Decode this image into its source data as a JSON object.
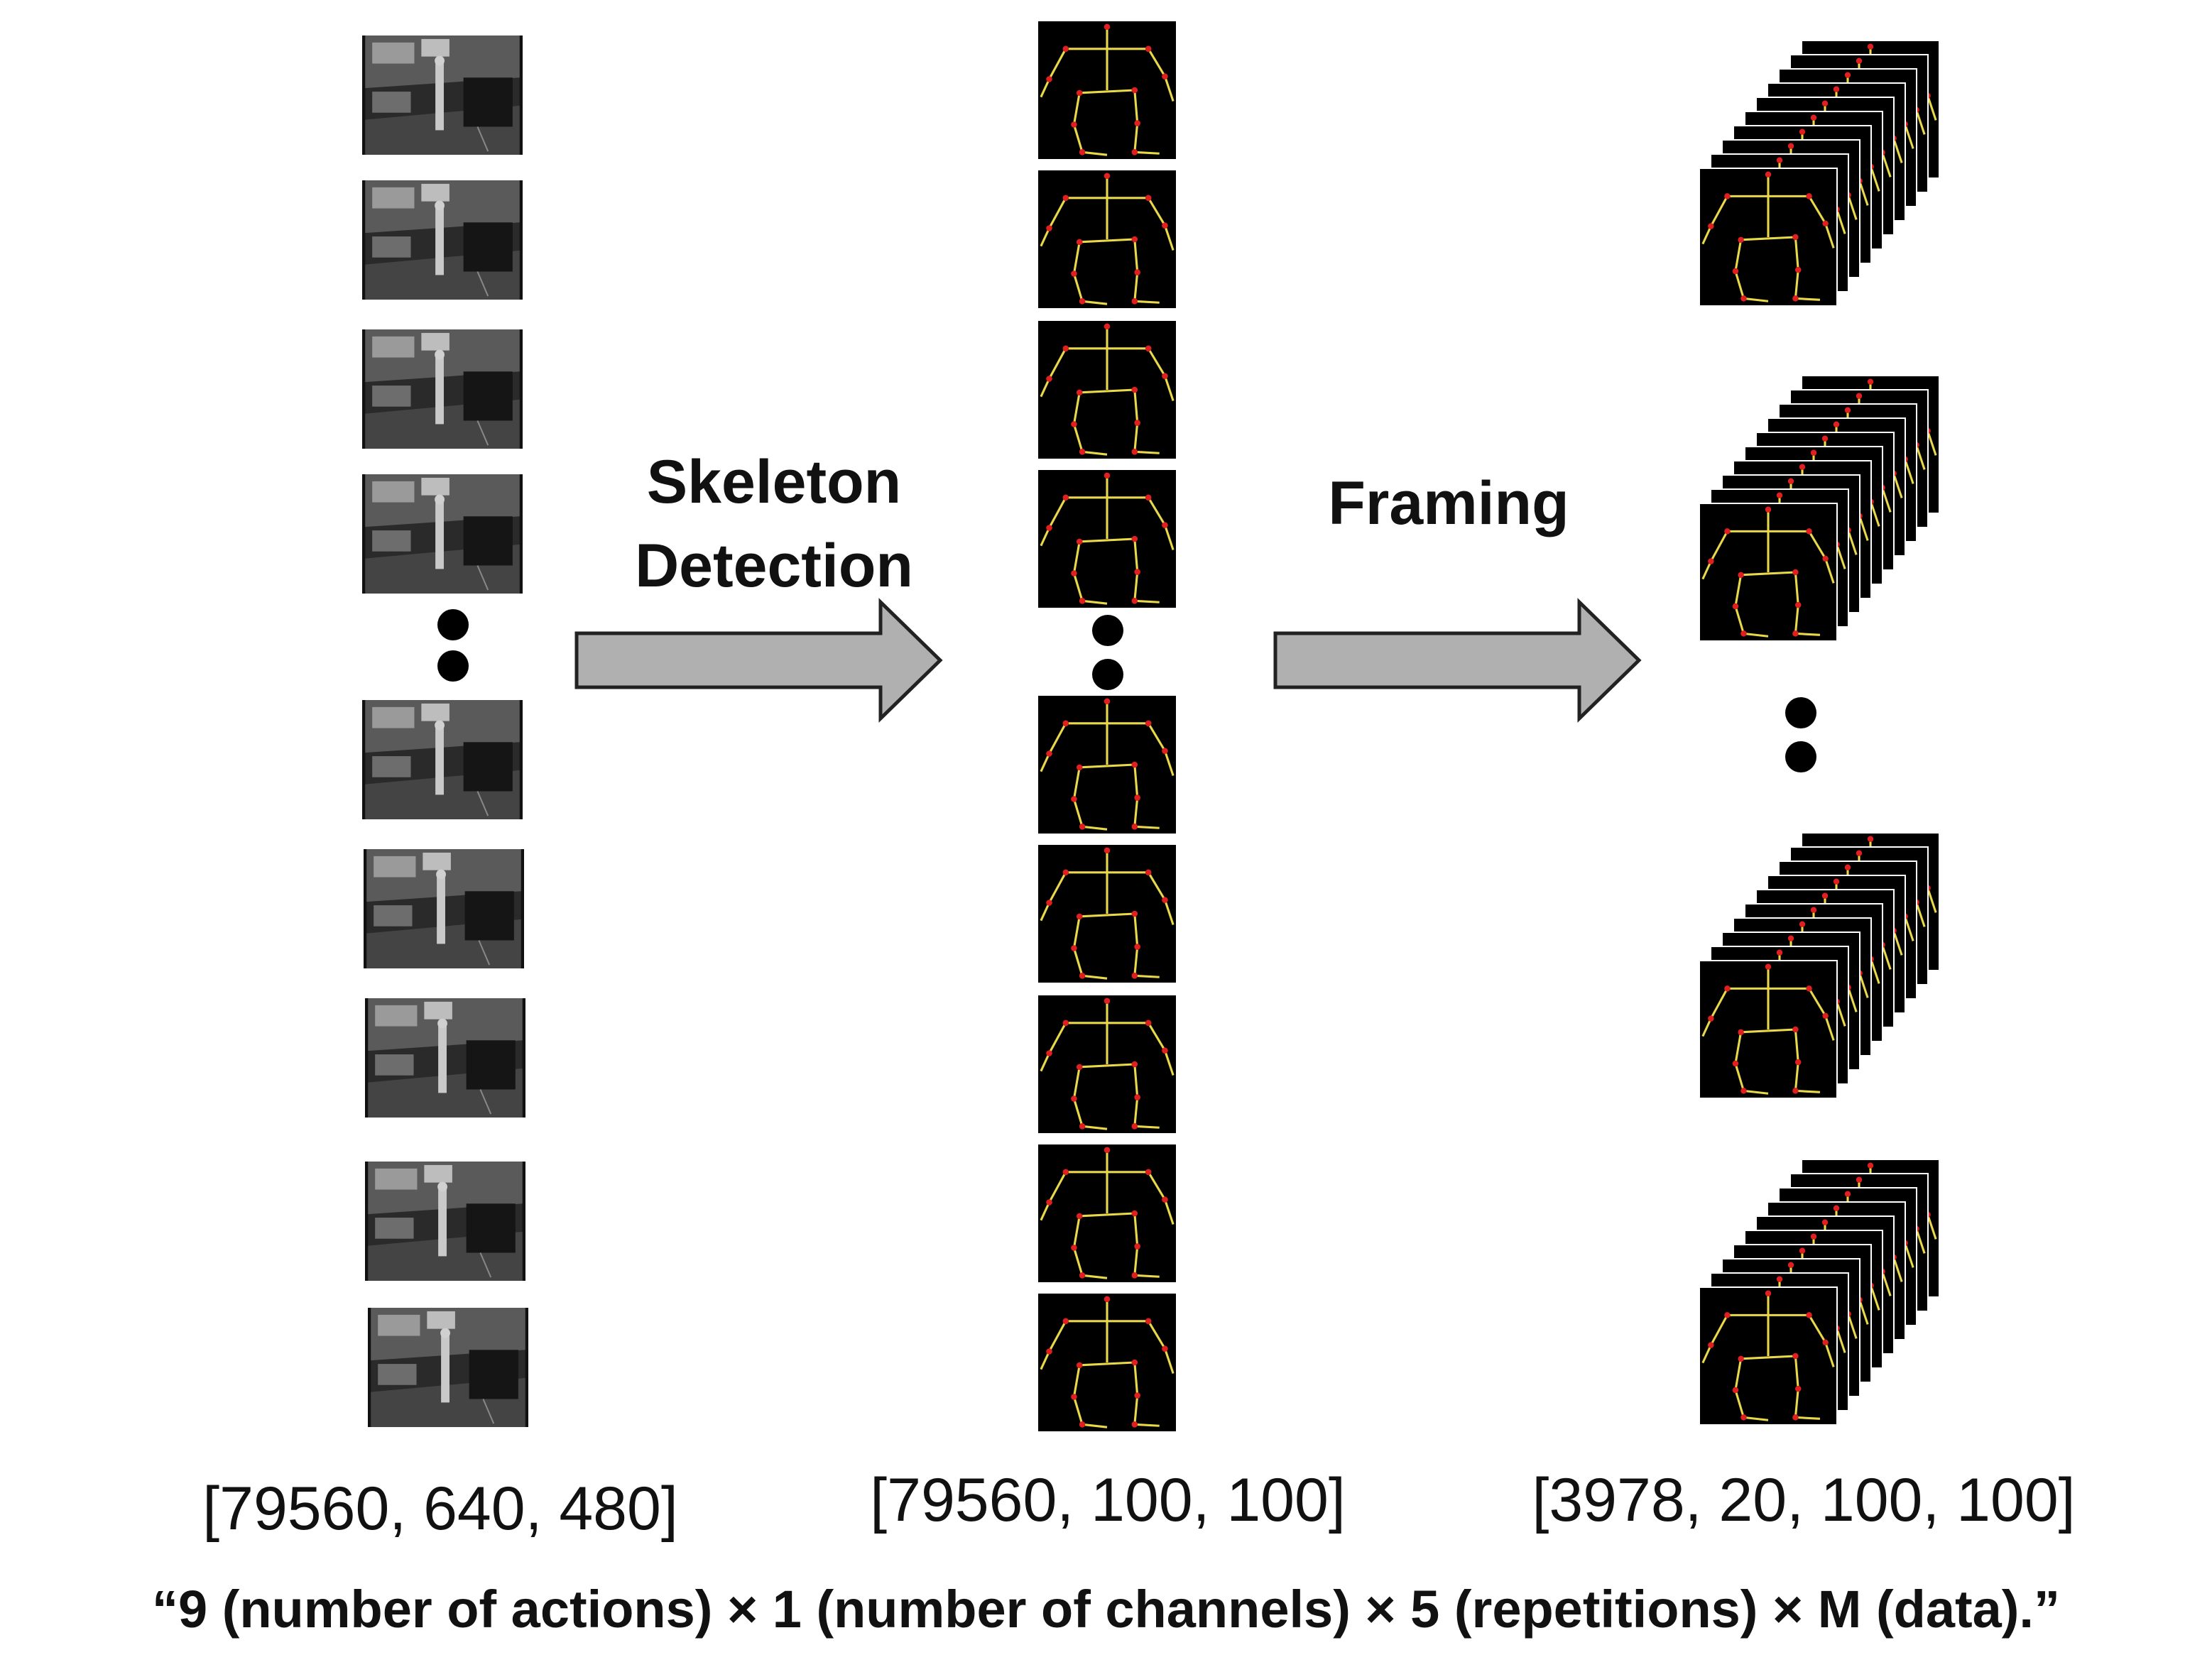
{
  "steps": {
    "skeleton_detection": {
      "line1": "Skeleton",
      "line2": "Detection"
    },
    "framing": "Framing"
  },
  "shapes": {
    "raw": "[79560, 640, 480]",
    "skeleton": "[79560, 100, 100]",
    "framed": "[3978, 20, 100, 100]"
  },
  "caption": "“9 (number of actions) × 1 (number of channels) × 5 (repetitions) × M (data).”",
  "colors": {
    "arrow_fill": "#b0b0b0",
    "arrow_stroke": "#222222",
    "skeleton_line": "#e8d84a",
    "skeleton_joint": "#e02020",
    "frame_bg": "#000000"
  },
  "icons": [
    "ellipsis-vertical-icon",
    "right-arrow-icon"
  ]
}
